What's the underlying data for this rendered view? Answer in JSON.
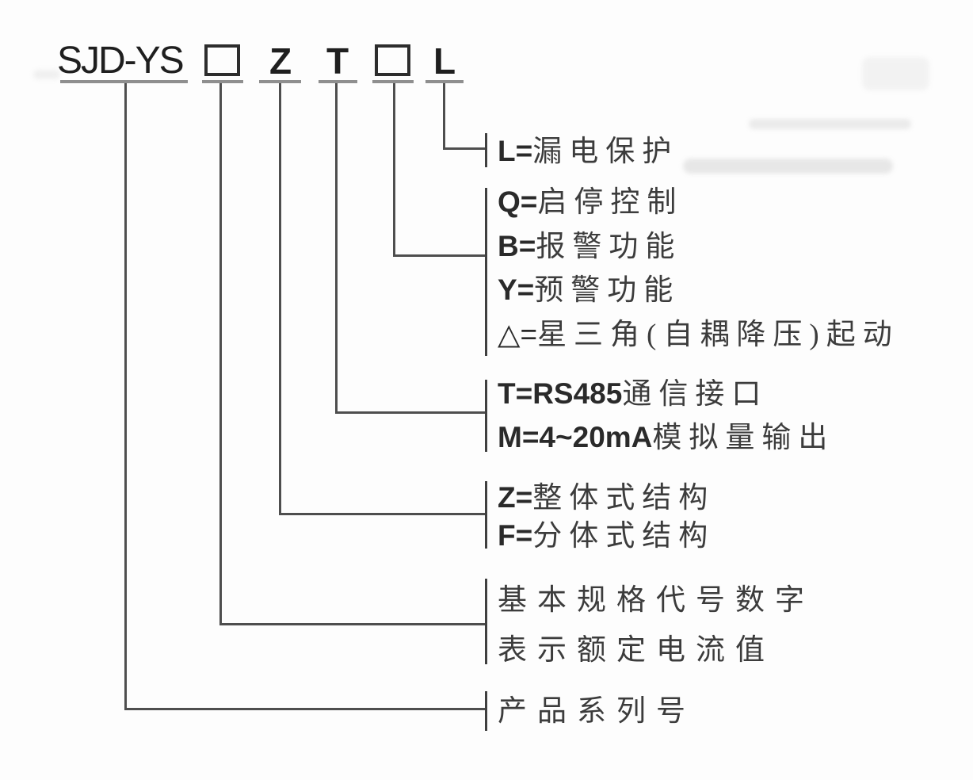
{
  "colors": {
    "line": "#4e4e4e",
    "underline": "#8f8f8f",
    "text": "#3c3c3c",
    "code_text": "#1f1f1f",
    "background": "#fdfdfd"
  },
  "model_code": {
    "series": "SJD-YS",
    "positions": [
      {
        "symbol": "□"
      },
      {
        "symbol": "Z"
      },
      {
        "symbol": "T"
      },
      {
        "symbol": "□"
      },
      {
        "symbol": "L"
      }
    ]
  },
  "branches": [
    {
      "source": "L",
      "labels": [
        {
          "prefix": "L=",
          "text": "漏电保护"
        }
      ]
    },
    {
      "source": "□ (second box)",
      "labels": [
        {
          "prefix": "Q=",
          "text": "启停控制"
        },
        {
          "prefix": "B=",
          "text": "报警功能"
        },
        {
          "prefix": "Y=",
          "text": "预警功能"
        },
        {
          "prefix": "△=",
          "text": "星三角(自耦降压)起动"
        }
      ]
    },
    {
      "source": "T",
      "labels": [
        {
          "prefix": "T=RS485",
          "text": "通信接口"
        },
        {
          "prefix": "M=4~20mA",
          "text": "模拟量输出"
        }
      ]
    },
    {
      "source": "Z",
      "labels": [
        {
          "prefix": "Z=",
          "text": "整体式结构"
        },
        {
          "prefix": "F=",
          "text": "分体式结构"
        }
      ]
    },
    {
      "source": "□ (first box)",
      "labels": [
        {
          "prefix": "",
          "text": "基本规格代号数字"
        },
        {
          "prefix": "",
          "text": "表示额定电流值"
        }
      ]
    },
    {
      "source": "SJD-YS",
      "labels": [
        {
          "prefix": "",
          "text": "产品系列号"
        }
      ]
    }
  ]
}
